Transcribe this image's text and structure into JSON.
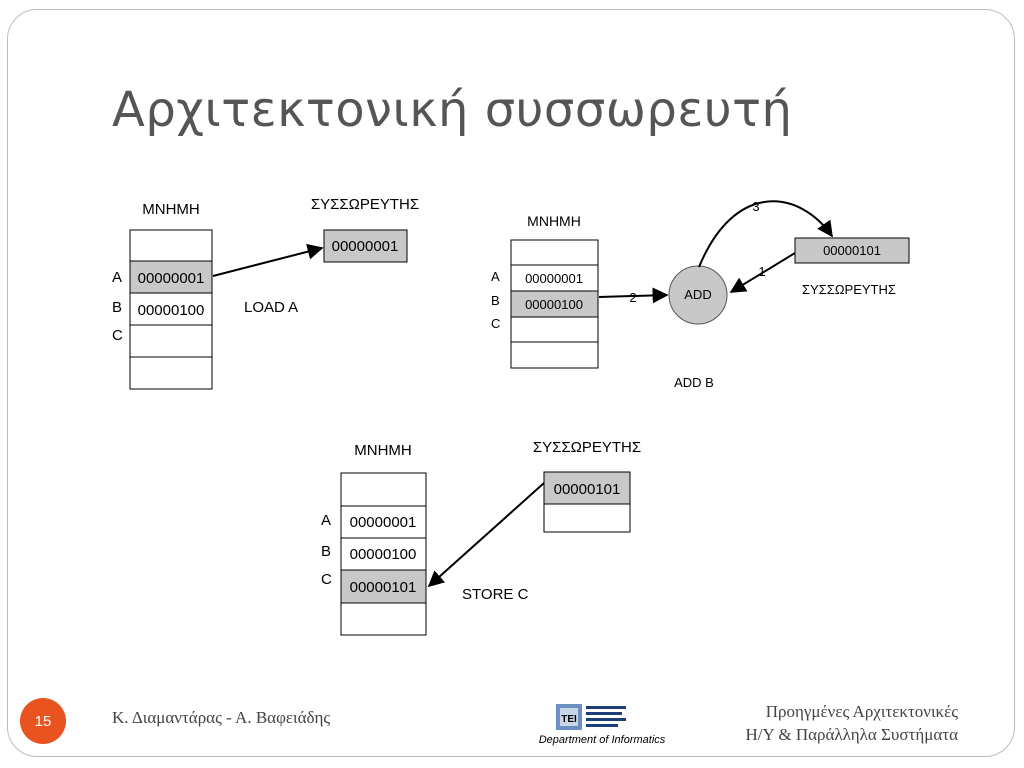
{
  "slide": {
    "title": "Αρχιτεκτονική συσσωρευτή",
    "page_number": "15",
    "footer_authors": "Κ. Διαμαντάρας - Α. Βαφειάδης",
    "footer_course_line1": "Προηγμένες Αρχιτεκτονικές",
    "footer_course_line2": "Η/Υ & Παράλληλα Συστήματα",
    "logo_text": "Department of Informatics"
  },
  "load": {
    "memory_label": "ΜΝΗΜΗ",
    "accumulator_label": "ΣΥΣΣΩΡΕΥΤΗΣ",
    "row_a": "A",
    "row_b": "B",
    "row_c": "C",
    "cell_a": "00000001",
    "cell_b": "00000100",
    "accumulator_value": "00000001",
    "instruction": "LOAD  A"
  },
  "add": {
    "memory_label": "ΜΝΗΜΗ",
    "accumulator_label": "ΣΥΣΣΩΡΕΥΤΗΣ",
    "row_a": "A",
    "row_b": "B",
    "row_c": "C",
    "cell_a": "00000001",
    "cell_b": "00000100",
    "accumulator_value": "00000101",
    "alu_label": "ADD",
    "step1": "1",
    "step2": "2",
    "step3": "3",
    "instruction": "ADD  B"
  },
  "store": {
    "memory_label": "ΜΝΗΜΗ",
    "accumulator_label": "ΣΥΣΣΩΡΕΥΤΗΣ",
    "row_a": "A",
    "row_b": "B",
    "row_c": "C",
    "cell_a": "00000001",
    "cell_b": "00000100",
    "cell_c": "00000101",
    "accumulator_value": "00000101",
    "instruction": "STORE  C"
  },
  "colors": {
    "highlight_fill": "#c8c8c8",
    "alu_fill": "#c8c8c8",
    "badge": "#e8531f"
  }
}
